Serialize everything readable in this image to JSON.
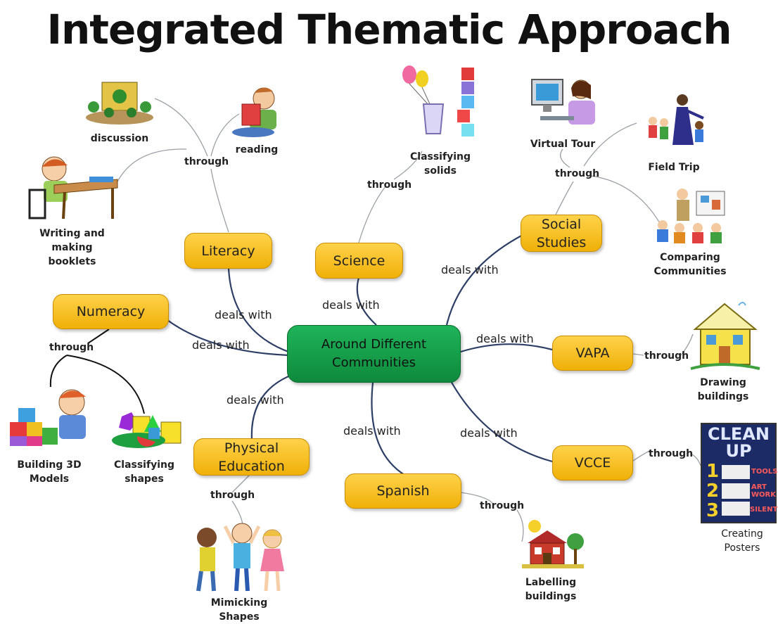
{
  "title": "Integrated Thematic Approach",
  "center": "Around Different Communities",
  "subjects": {
    "literacy": "Literacy",
    "science": "Science",
    "social_studies": "Social Studies",
    "numeracy": "Numeracy",
    "vapa": "VAPA",
    "physical_education": "Physical Education",
    "spanish": "Spanish",
    "vcce": "VCCE"
  },
  "connectors": {
    "deals_with": "deals with",
    "through": "through"
  },
  "activities": {
    "discussion": "discussion",
    "reading": "reading",
    "writing": "Writing and making booklets",
    "classifying_solids": "Classifying solids",
    "virtual_tour": "Virtual Tour",
    "field_trip": "Field Trip",
    "comparing_communities": "Comparing Communities",
    "drawing_buildings": "Drawing buildings",
    "building_3d_models": "Building 3D Models",
    "classifying_shapes": "Classifying shapes",
    "mimicking_shapes": "Mimicking Shapes",
    "labelling_buildings": "Labelling buildings",
    "creating_posters": "Creating Posters"
  },
  "poster": {
    "heading": "CLEAN UP",
    "steps": [
      "1",
      "2",
      "3"
    ],
    "tags": [
      "TOOLS",
      "ART WORK",
      "SILENT"
    ]
  },
  "colors": {
    "subject_fill": "#f5c016",
    "center_fill": "#14a04a",
    "main_line": "#2e3f66",
    "activity_line": "#9aa0a6"
  }
}
